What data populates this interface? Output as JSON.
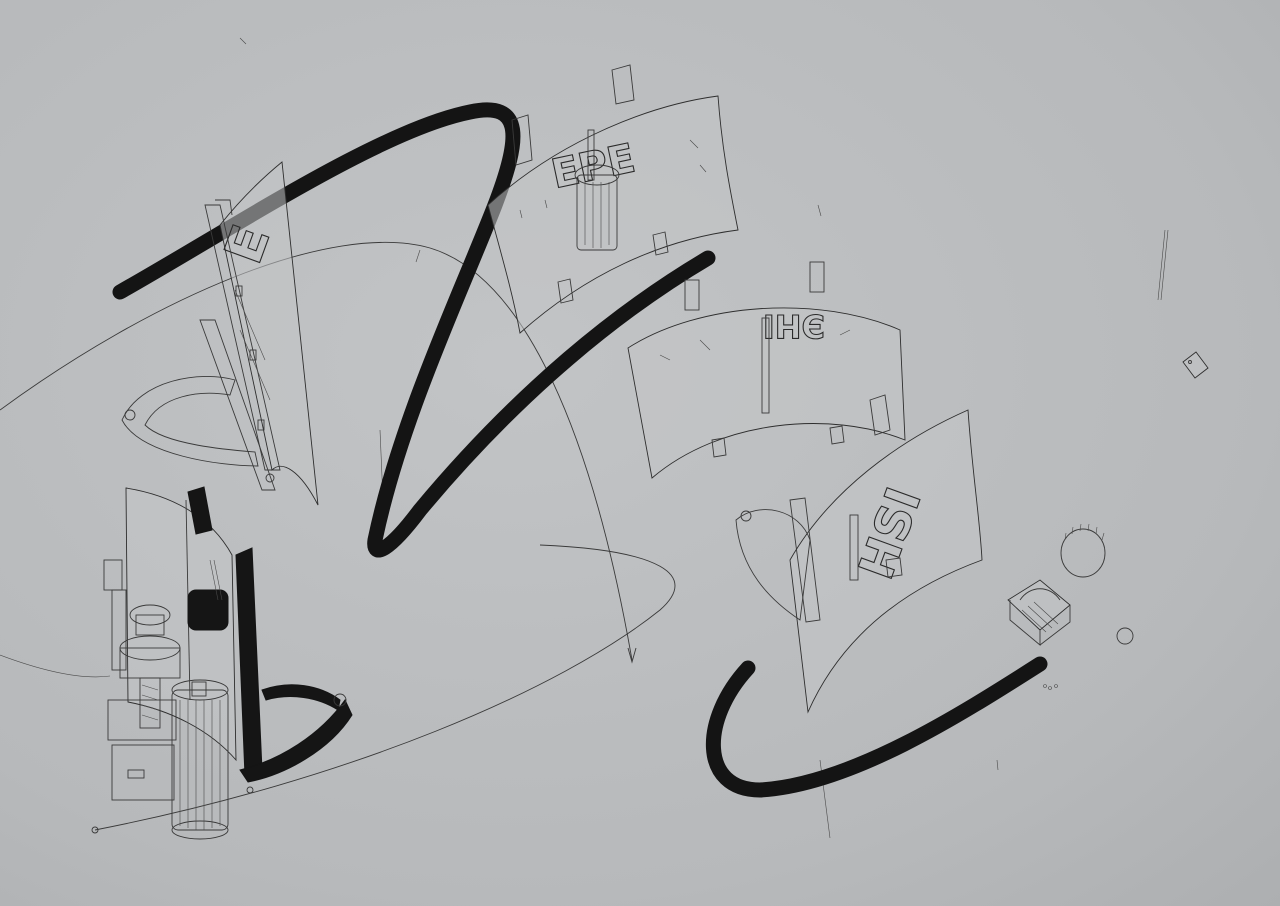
{
  "sheet": {
    "background": "#b9bbbd",
    "ink": "#141414"
  },
  "panels": [
    {
      "id": "panel-a",
      "text": "E"
    },
    {
      "id": "panel-b",
      "text": "EPE"
    },
    {
      "id": "panel-c",
      "text": "ЭHI"
    },
    {
      "id": "panel-d",
      "text": "HSI"
    }
  ]
}
